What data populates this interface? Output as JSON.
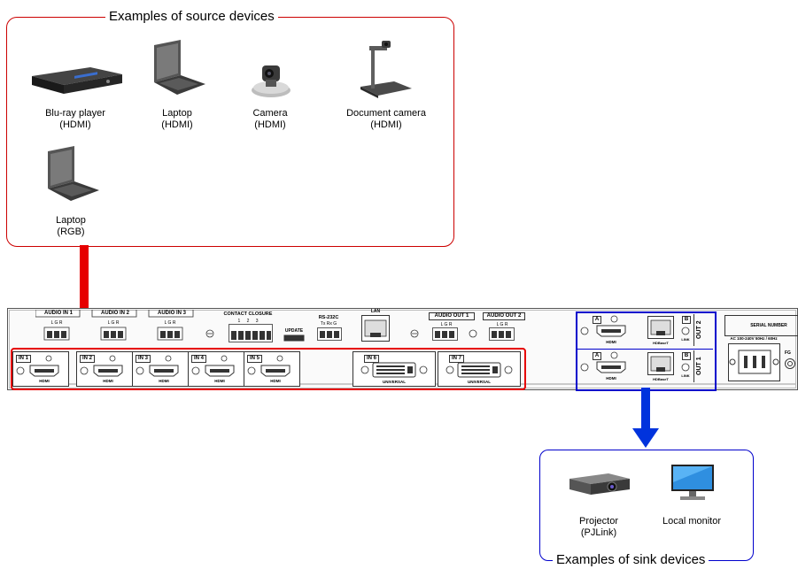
{
  "source_group": {
    "title": "Examples of source devices",
    "border_color": "#cc0000",
    "devices": [
      {
        "name": "Blu-ray player",
        "signal": "(HDMI)",
        "icon": "bluray-player-icon"
      },
      {
        "name": "Laptop",
        "signal": "(HDMI)",
        "icon": "laptop-icon"
      },
      {
        "name": "Camera",
        "signal": "(HDMI)",
        "icon": "camera-icon"
      },
      {
        "name": "Document camera",
        "signal": "(HDMI)",
        "icon": "document-camera-icon"
      },
      {
        "name": "Laptop",
        "signal": "(RGB)",
        "icon": "laptop-icon"
      }
    ]
  },
  "sink_group": {
    "title": "Examples of sink devices",
    "border_color": "#0000cc",
    "devices": [
      {
        "name": "Projector",
        "signal": "(PJLink)",
        "icon": "projector-icon"
      },
      {
        "name": "Local monitor",
        "signal": "",
        "icon": "monitor-icon"
      }
    ]
  },
  "panel": {
    "audio_in": [
      "AUDIO IN 1",
      "AUDIO IN 2",
      "AUDIO IN 3"
    ],
    "audio_pins": "L G R",
    "contact_closure": "CONTACT CLOSURE",
    "contact_pins": "1 2 3",
    "update": "UPDATE",
    "rs232c": "RS-232C",
    "rs232c_pins": "Tx Rx G",
    "lan": "LAN",
    "audio_out": [
      "AUDIO OUT 1",
      "AUDIO OUT 2"
    ],
    "hdmi_inputs": [
      "IN 1",
      "IN 2",
      "IN 3",
      "IN 4",
      "IN 5"
    ],
    "hdmi_label": "HDMI",
    "universal_inputs": [
      "IN 6",
      "IN 7"
    ],
    "universal_label": "UNIVERSAL",
    "outputs": [
      "OUT 2",
      "OUT 1"
    ],
    "out_a": "A",
    "out_b": "B",
    "hdbaset": "HDBaseT",
    "link": "LINK",
    "serial_number": "SERIAL NUMBER",
    "power_rating": "AC 100-240V 50Hz / 60Hz",
    "fg": "FG"
  },
  "colors": {
    "source_accent": "#e60000",
    "sink_accent": "#0033dd"
  }
}
